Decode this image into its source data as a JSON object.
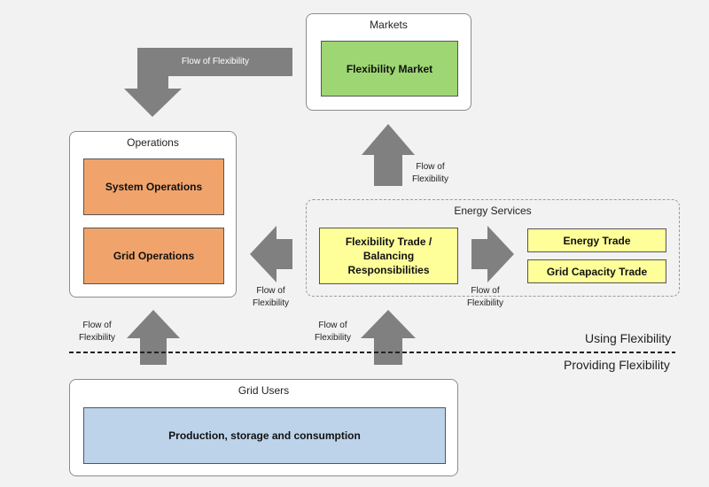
{
  "markets": {
    "title": "Markets",
    "flex_market": "Flexibility Market"
  },
  "operations": {
    "title": "Operations",
    "system_ops": "System Operations",
    "grid_ops": "Grid Operations"
  },
  "energy_services": {
    "title": "Energy Services",
    "flex_trade": "Flexibility Trade / Balancing Responsibilities",
    "energy_trade": "Energy Trade",
    "grid_capacity_trade": "Grid Capacity Trade"
  },
  "grid_users": {
    "title": "Grid Users",
    "production": "Production, storage and consumption"
  },
  "flow_labels": {
    "top": "Flow of Flexibility",
    "to_markets": "Flow of\nFlexibility",
    "to_operations": "Flow of\nFlexibility",
    "to_trade": "Flow of\nFlexibility",
    "users_to_operations": "Flow of\nFlexibility",
    "users_to_services": "Flow of\nFlexibility"
  },
  "separator": {
    "upper": "Using Flexibility",
    "lower": "Providing Flexibility"
  },
  "colors": {
    "arrow": "#808080",
    "orange": "#f0a46c",
    "green": "#9ed673",
    "yellow": "#ffff99",
    "blue": "#bcd3ea"
  }
}
